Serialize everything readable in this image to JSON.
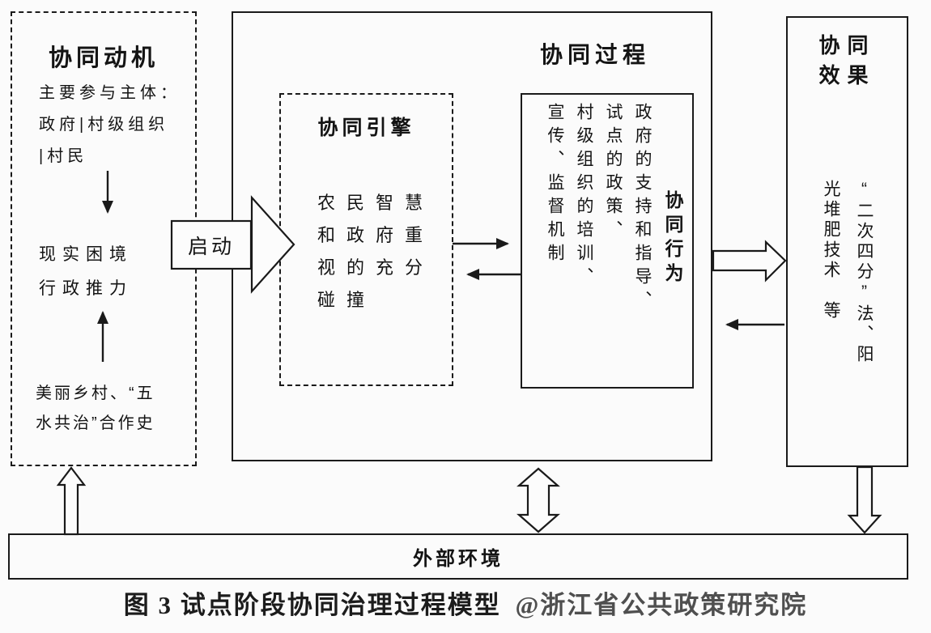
{
  "motivation": {
    "title": "协同动机",
    "participants": [
      "主要参与主体：",
      "政府|村级组织",
      "|村民"
    ],
    "middle": [
      "现实困境",
      "行政推力"
    ],
    "history": [
      "美丽乡村、“五",
      "水共治”合作史"
    ]
  },
  "start_label": "启动",
  "process": {
    "title": "协同过程",
    "engine": {
      "title": "协同引擎",
      "lines": [
        "农民智慧",
        "和政府重",
        "视的充分",
        "碰撞"
      ]
    },
    "action": {
      "label": "协同行为",
      "columns": [
        "政府的支持和指导、",
        "试点的政策、",
        "村级组织的培训、",
        "宣传、监督机制"
      ]
    }
  },
  "effect": {
    "title_lines": [
      "协同",
      "效果"
    ],
    "columns": [
      "“二次四分”法、阳",
      "光堆肥技术　等"
    ]
  },
  "environment": "外部环境",
  "caption": "图 3 试点阶段协同治理过程模型",
  "watermark": "@浙江省公共政策研究院",
  "colors": {
    "line": "#1a1a1a",
    "background": "#fbfbfb",
    "watermark": "#4f4f4f"
  }
}
